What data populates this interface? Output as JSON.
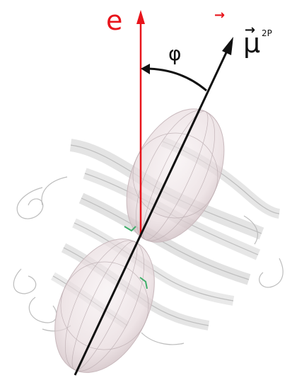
{
  "labels": {
    "e_vector": "e",
    "mu_vector": "μ",
    "mu_superscript": "2P",
    "angle": "φ"
  },
  "colors": {
    "e_vector": "#e8141b",
    "mu_vector": "#111111",
    "ellipsoid_fill": "#e9dcdf",
    "protein_ribbon": "#e9e9e9"
  },
  "icons": {
    "vector_arrow": "right-arrow-over-letter"
  }
}
